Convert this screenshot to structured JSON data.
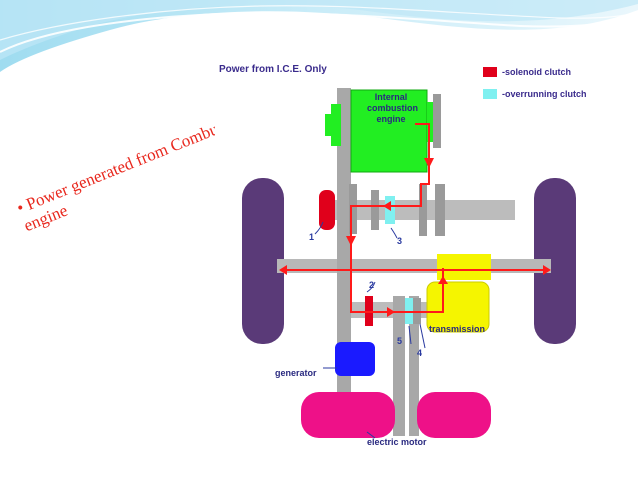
{
  "bullet": {
    "line1": "• Power generated from Combustion",
    "line2": "engine"
  },
  "diagram": {
    "title": "Power from I.C.E. Only",
    "legend": [
      {
        "label": "-solenoid clutch",
        "color": "#e0001b"
      },
      {
        "label": "-overrunning clutch",
        "color": "#7ff0f0"
      }
    ],
    "engine_label": "Internal combustion engine",
    "transmission_label": "transmission",
    "generator_label": "generator",
    "motor_label": "electric motor",
    "numbers": [
      "1",
      "2",
      "3",
      "4",
      "5"
    ],
    "colors": {
      "engine": "#22ee22",
      "transmission": "#f5f500",
      "generator": "#1a1aff",
      "motor": "#ee1188",
      "wheel": "#5a3a78",
      "shaft": "#b4b4b4",
      "flow": "#ff1a1a"
    }
  }
}
